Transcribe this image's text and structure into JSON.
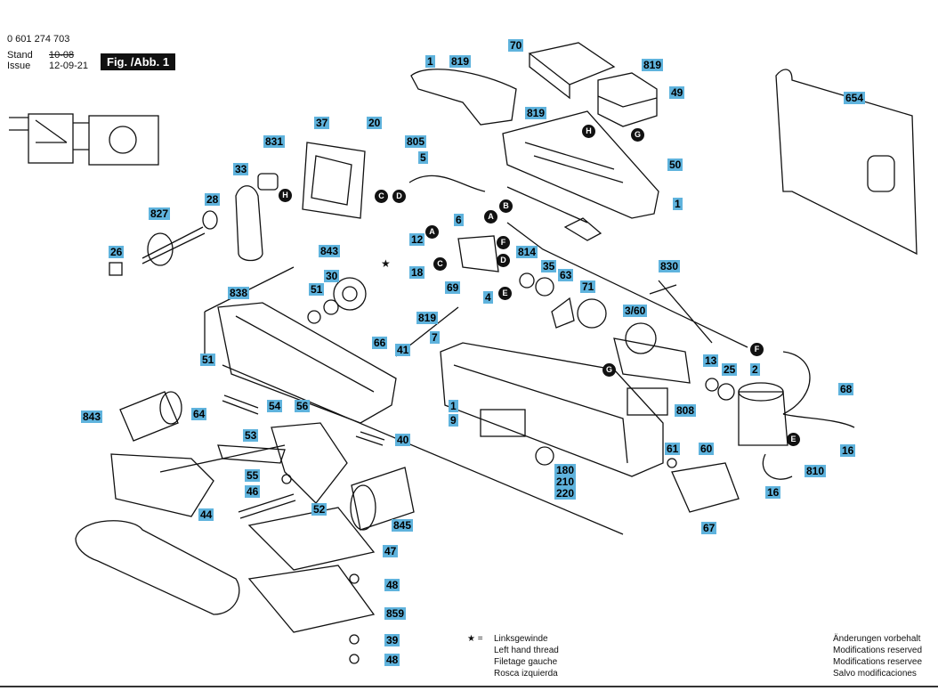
{
  "header": {
    "doc_number": "0 601 274 703",
    "stand_label": "Stand",
    "issue_label": "Issue",
    "old_date": "10-08",
    "new_date": "12-09-21",
    "figure_label": "Fig. /Abb. 1"
  },
  "callouts": [
    "1",
    "819",
    "70",
    "819",
    "49",
    "819",
    "50",
    "1",
    "654",
    "37",
    "20",
    "831",
    "805",
    "5",
    "33",
    "28",
    "827",
    "26",
    "6",
    "12",
    "843",
    "30",
    "18",
    "814",
    "35",
    "63",
    "71",
    "830",
    "838",
    "51",
    "69",
    "4",
    "819",
    "3/60",
    "7",
    "66",
    "41",
    "51",
    "13",
    "25",
    "2",
    "68",
    "64",
    "54",
    "56",
    "1",
    "9",
    "808",
    "843",
    "53",
    "40",
    "55",
    "46",
    "52",
    "845",
    "61",
    "60",
    "180",
    "210",
    "220",
    "16",
    "810",
    "16",
    "44",
    "67",
    "47",
    "48",
    "859",
    "39",
    "48"
  ],
  "markers": [
    "H",
    "G",
    "C",
    "D",
    "A",
    "B",
    "H",
    "A",
    "F",
    "C",
    "D",
    "E",
    "G",
    "F",
    "E"
  ],
  "legend": {
    "star_symbol": "★ =",
    "lines": [
      "Linksgewinde",
      "Left hand thread",
      "Filetage gauche",
      "Rosca izquierda"
    ]
  },
  "footer_notes": [
    "Änderungen vorbehalt",
    "Modifications reserved",
    "Modifications reservee",
    "Salvo modificaciones"
  ]
}
